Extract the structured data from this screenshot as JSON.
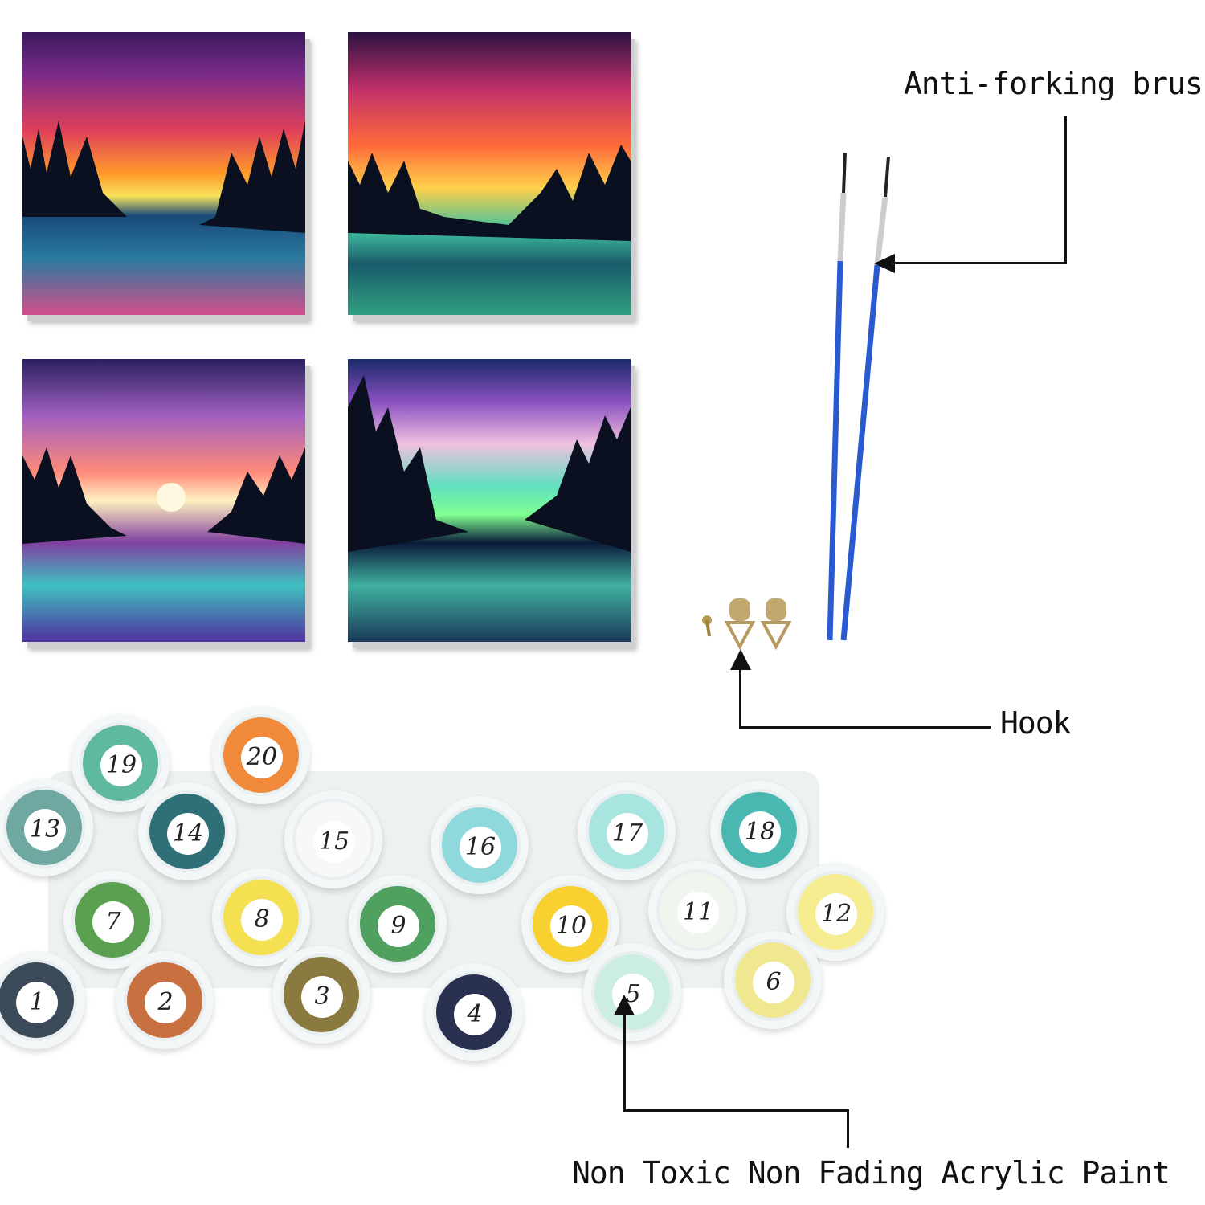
{
  "callouts": {
    "brushes": "Anti-forking brushe",
    "hook": "Hook",
    "paint": "Non Toxic Non Fading Acrylic Paint"
  },
  "paintings": [
    "aurora-valley-river",
    "galaxy-lake-sunset",
    "aurora-moon-lake",
    "aurora-forest-lake"
  ],
  "paint_pots": [
    {
      "number": "19",
      "color": "#5fb8a0"
    },
    {
      "number": "20",
      "color": "#f08a3a"
    },
    {
      "number": "13",
      "color": "#6fa8a0"
    },
    {
      "number": "14",
      "color": "#2f7078"
    },
    {
      "number": "15",
      "color": "#f8f8f6"
    },
    {
      "number": "16",
      "color": "#8fd8dc"
    },
    {
      "number": "17",
      "color": "#a8e4e0"
    },
    {
      "number": "18",
      "color": "#4ab8b0"
    },
    {
      "number": "7",
      "color": "#5aa050"
    },
    {
      "number": "8",
      "color": "#f4e050"
    },
    {
      "number": "9",
      "color": "#50a060"
    },
    {
      "number": "10",
      "color": "#f8d030"
    },
    {
      "number": "11",
      "color": "#eef6ee"
    },
    {
      "number": "12",
      "color": "#f6ec90"
    },
    {
      "number": "1",
      "color": "#3a4a58"
    },
    {
      "number": "2",
      "color": "#c87040"
    },
    {
      "number": "3",
      "color": "#8a7a40"
    },
    {
      "number": "4",
      "color": "#2a3050"
    },
    {
      "number": "5",
      "color": "#cceee0"
    },
    {
      "number": "6",
      "color": "#f0e890"
    }
  ]
}
